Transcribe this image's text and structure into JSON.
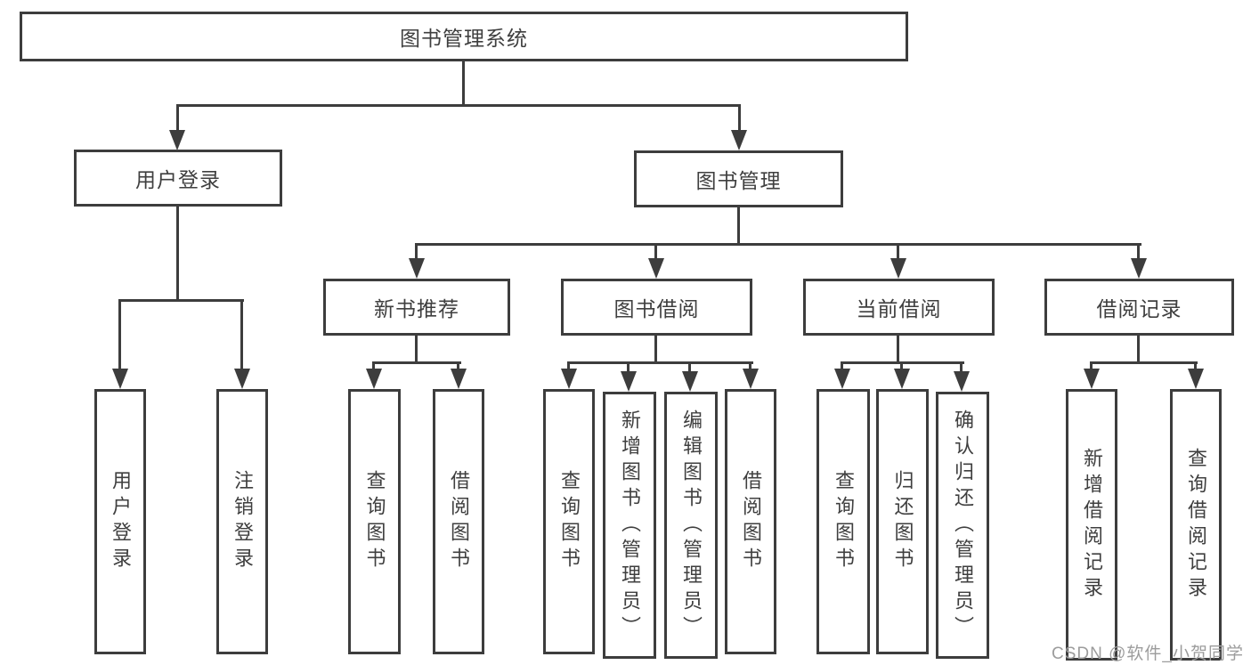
{
  "diagram": {
    "title": "图书管理系统",
    "level2": [
      {
        "label": "用户登录"
      },
      {
        "label": "图书管理"
      }
    ],
    "level3": [
      {
        "label": "新书推荐"
      },
      {
        "label": "图书借阅"
      },
      {
        "label": "当前借阅"
      },
      {
        "label": "借阅记录"
      }
    ],
    "leaves": [
      {
        "label": "用户登录"
      },
      {
        "label": "注销登录"
      },
      {
        "label": "查询图书"
      },
      {
        "label": "借阅图书"
      },
      {
        "label": "查询图书"
      },
      {
        "label": "新增图书（管理员）"
      },
      {
        "label": "编辑图书（管理员）"
      },
      {
        "label": "借阅图书"
      },
      {
        "label": "查询图书"
      },
      {
        "label": "归还图书"
      },
      {
        "label": "确认归还（管理员）"
      },
      {
        "label": "新增借阅记录"
      },
      {
        "label": "查询借阅记录"
      }
    ]
  },
  "watermark": {
    "text": "CSDN @软件_小贺同学"
  },
  "colors": {
    "line": "#3d3d3d",
    "box_border": "#3d3d3d",
    "text": "#3f3f3f",
    "watermark": "#9c9c9c",
    "background": "#ffffff"
  }
}
